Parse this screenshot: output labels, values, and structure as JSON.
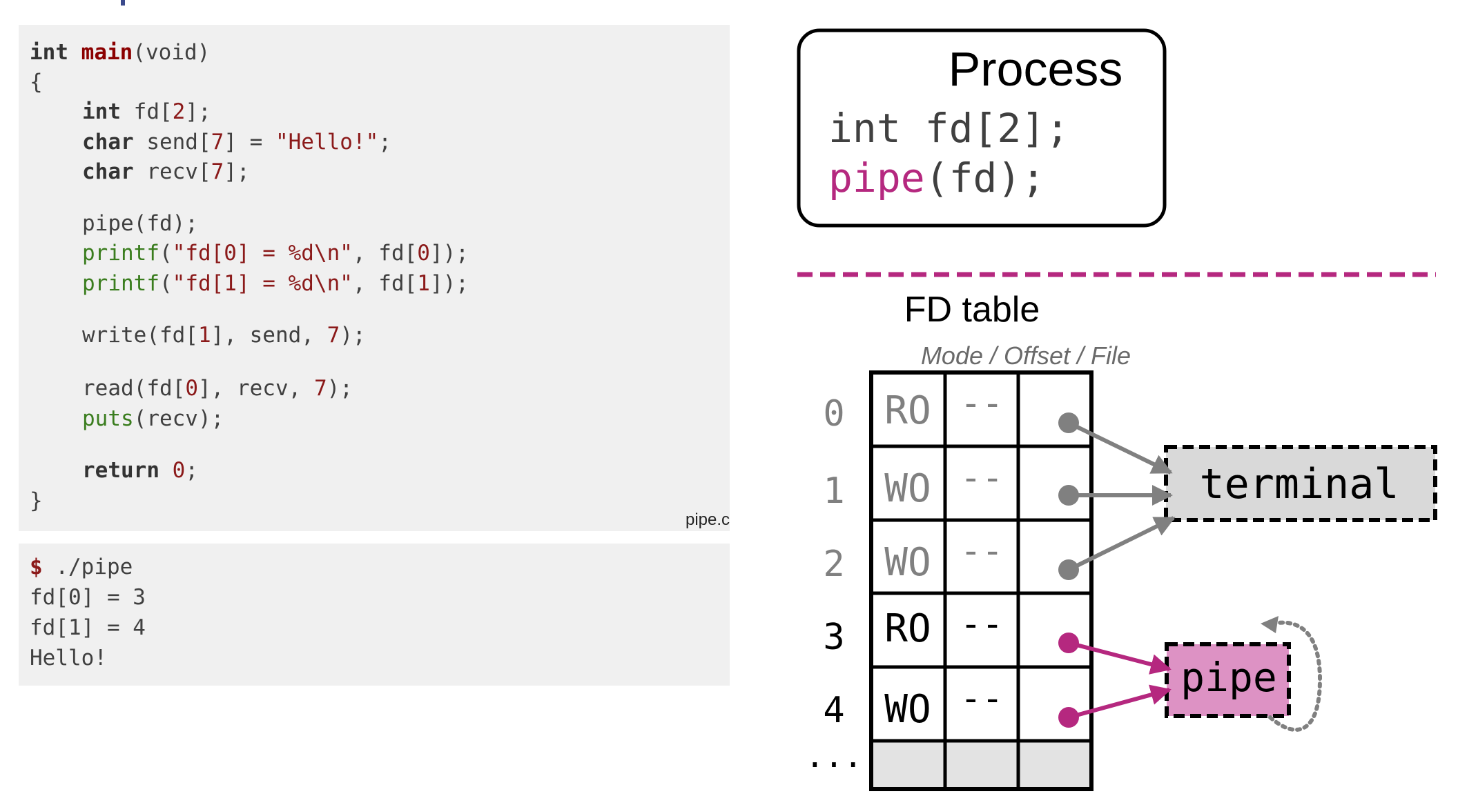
{
  "code": {
    "lines": {
      "l1": [
        "int",
        " ",
        "main",
        "(void)"
      ],
      "l2": "{",
      "l3": [
        "int",
        " fd[",
        "2",
        "];"
      ],
      "l4": [
        "char",
        " send[",
        "7",
        "] = ",
        "\"Hello!\"",
        ";"
      ],
      "l5": [
        "char",
        " recv[",
        "7",
        "];"
      ],
      "l6": "pipe(fd);",
      "l7": [
        "printf",
        "(",
        "\"fd[0] = %d\\n\"",
        ", fd[",
        "0",
        "]);"
      ],
      "l8": [
        "printf",
        "(",
        "\"fd[1] = %d\\n\"",
        ", fd[",
        "1",
        "]);"
      ],
      "l9": [
        "write(fd[",
        "1",
        "], send, ",
        "7",
        ");"
      ],
      "l10": [
        "read(fd[",
        "0",
        "], recv, ",
        "7",
        ");"
      ],
      "l11": [
        "puts",
        "(recv);"
      ],
      "l12": [
        "return",
        " ",
        "0",
        ";"
      ],
      "l13": "}"
    },
    "file_label": "pipe.c"
  },
  "terminal": {
    "prompt": "$",
    "command": " ./pipe",
    "output": [
      "fd[0] = 3",
      "fd[1] = 4",
      "Hello!"
    ]
  },
  "process_box": {
    "title": "Process",
    "line1": "int fd[2];",
    "line2_fn": "pipe",
    "line2_rest": "(fd);"
  },
  "fd_table": {
    "title": "FD table",
    "subtitle": "Mode / Offset / File",
    "rows": [
      {
        "index": "0",
        "mode": "RO",
        "offset": "--",
        "target": "terminal",
        "active": false
      },
      {
        "index": "1",
        "mode": "WO",
        "offset": "--",
        "target": "terminal",
        "active": false
      },
      {
        "index": "2",
        "mode": "WO",
        "offset": "--",
        "target": "terminal",
        "active": false
      },
      {
        "index": "3",
        "mode": "RO",
        "offset": "--",
        "target": "pipe",
        "active": true
      },
      {
        "index": "4",
        "mode": "WO",
        "offset": "--",
        "target": "pipe",
        "active": true
      }
    ],
    "ellipsis": "..."
  },
  "objects": {
    "terminal_label": "terminal",
    "pipe_label": "pipe"
  },
  "colors": {
    "accent_magenta": "#b5287f",
    "inactive_gray": "#808080",
    "pipe_fill": "#dd92c4",
    "terminal_fill": "#d9d9d9",
    "code_bg": "#f0f0f0"
  }
}
